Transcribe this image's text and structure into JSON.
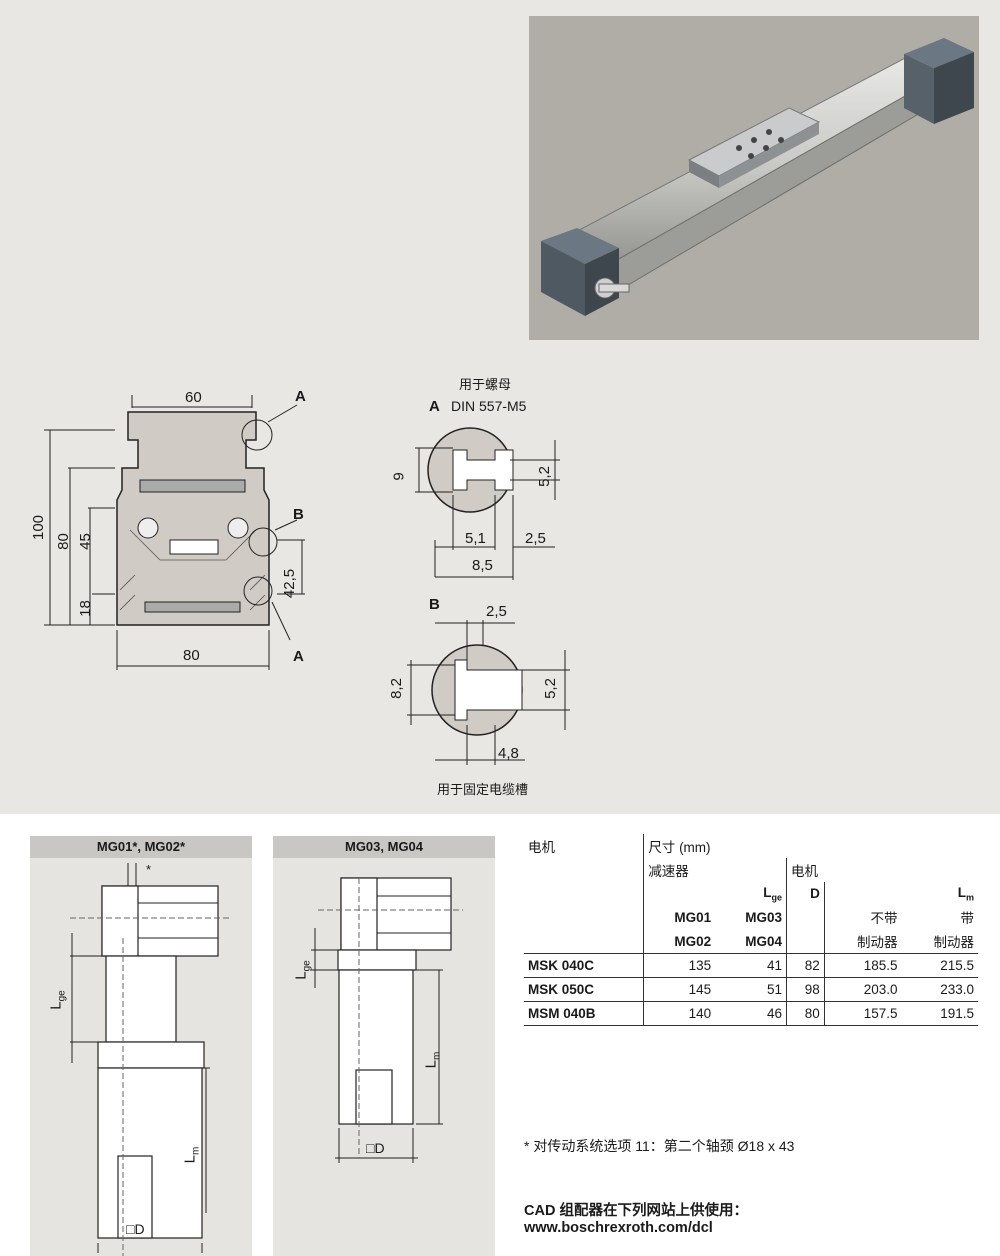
{
  "profile": {
    "dims": {
      "width_top": "60",
      "height_total": "100",
      "height_80": "80",
      "height_45": "45",
      "height_18": "18",
      "height_42_5": "42,5",
      "width_bottom": "80"
    },
    "callouts": {
      "a_top": "A",
      "b": "B",
      "a_bottom": "A"
    }
  },
  "detail_a": {
    "heading": "用于螺母",
    "letter": "A",
    "spec": "DIN 557-M5",
    "dims": {
      "h9": "9",
      "h5_2": "5,2",
      "w5_1": "5,1",
      "w2_5": "2,5",
      "w8_5": "8,5"
    }
  },
  "detail_b": {
    "letter": "B",
    "dims": {
      "w2_5": "2,5",
      "h8_2": "8,2",
      "h5_2": "5,2",
      "w4_8": "4,8"
    },
    "caption": "用于固定电缆槽"
  },
  "panel_left": {
    "title": "MG01*, MG02*",
    "star": "*",
    "lge_main": "L",
    "lge_sub": "ge",
    "lm_main": "L",
    "lm_sub": "m",
    "d_label": "□D"
  },
  "panel_right": {
    "title": "MG03, MG04",
    "lge_main": "L",
    "lge_sub": "ge",
    "lm_main": "L",
    "lm_sub": "m",
    "d_label": "□D"
  },
  "table": {
    "h_motor": "电机",
    "h_dims": "尺寸 (mm)",
    "h_reducer": "减速器",
    "h_motor2": "电机",
    "h_lge_main": "L",
    "h_lge_sub": "ge",
    "h_d": "D",
    "h_lm_main": "L",
    "h_lm_sub": "m",
    "h_mg01": "MG01",
    "h_mg03": "MG03",
    "h_mg02": "MG02",
    "h_mg04": "MG04",
    "h_no_brake_1": "不带",
    "h_no_brake_2": "制动器",
    "h_brake_1": "带",
    "h_brake_2": "制动器",
    "rows": [
      {
        "motor": "MSK 040C",
        "mg12": "135",
        "mg34": "41",
        "d": "82",
        "nobrake": "185.5",
        "brake": "215.5"
      },
      {
        "motor": "MSK 050C",
        "mg12": "145",
        "mg34": "51",
        "d": "98",
        "nobrake": "203.0",
        "brake": "233.0"
      },
      {
        "motor": "MSM 040B",
        "mg12": "140",
        "mg34": "46",
        "d": "80",
        "nobrake": "157.5",
        "brake": "191.5"
      }
    ]
  },
  "footnote": "* 对传动系统选项 11：第二个轴颈 Ø18 x 43",
  "cad_line1": "CAD 组配器在下列网站上供使用：",
  "cad_url": "www.boschrexroth.com/dcl"
}
